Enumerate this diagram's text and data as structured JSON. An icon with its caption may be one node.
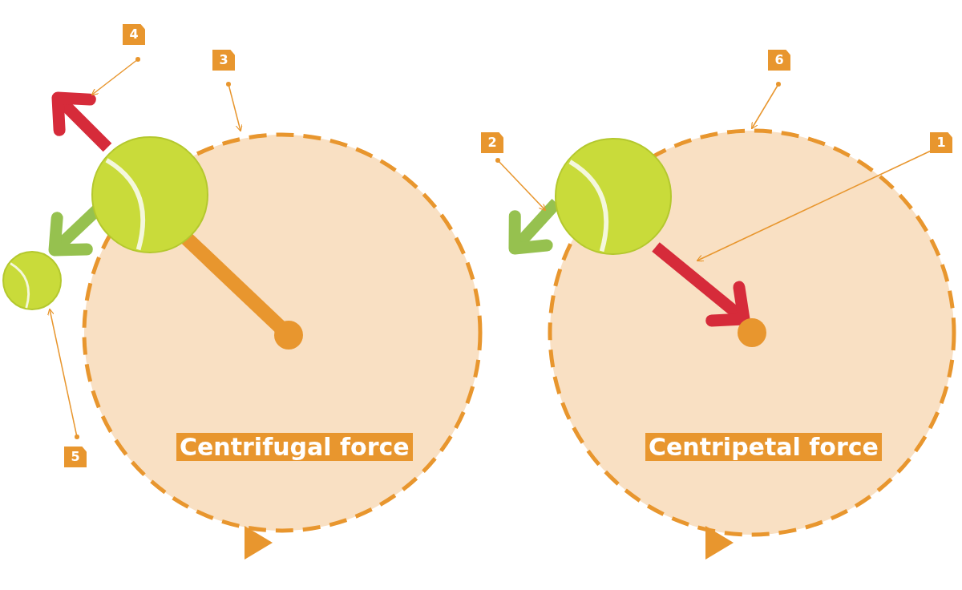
{
  "diagram": {
    "nodes": [
      {
        "text": [
          "Centrifugal force"
        ]
      },
      {
        "text": [
          "Centripetal force"
        ]
      },
      {
        "text": [
          "4"
        ]
      },
      {
        "text": [
          "3"
        ]
      },
      {
        "text": [
          "6"
        ]
      },
      {
        "text": [
          "2"
        ]
      },
      {
        "text": [
          "1"
        ]
      },
      {
        "text": [
          "5"
        ]
      },
      {
        "text": [],
        "shape": "arrow"
      },
      {
        "text": [],
        "shape": "arrow"
      },
      {
        "text": [],
        "shape": "arrow",
        "in": 1
      },
      {
        "text": [],
        "shape": "picture"
      }
    ],
    "edges": [
      {
        "from": 2,
        "to": 8,
        "arrow": "to"
      },
      {
        "from": 3,
        "to": 0,
        "arrow": "to"
      },
      {
        "from": 4,
        "to": 1,
        "arrow": "to"
      },
      {
        "from": 5,
        "to": 9,
        "arrow": "to"
      },
      {
        "from": 6,
        "to": 10,
        "arrow": "to"
      },
      {
        "from": 7,
        "to": 11,
        "arrow": "to"
      }
    ]
  }
}
